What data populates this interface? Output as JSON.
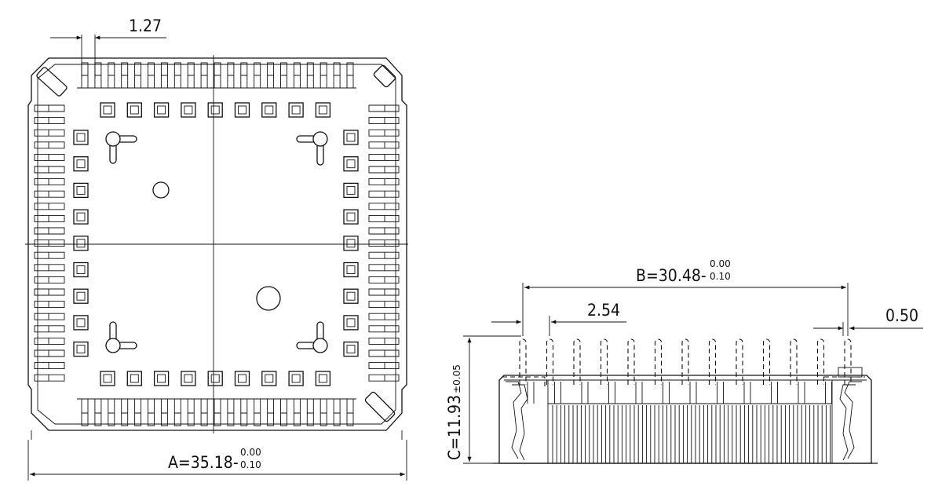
{
  "top_view": {
    "pitch_label": "1.27",
    "width_label": "A=35.18-",
    "width_tol_upper": "0.00",
    "width_tol_lower": "0.10"
  },
  "side_view": {
    "span_label": "B=30.48-",
    "span_tol_upper": "0.00",
    "span_tol_lower": "0.10",
    "pitch_label": "2.54",
    "pin_label": "0.50",
    "height_label": "C=11.93",
    "height_tol": "±0.05"
  }
}
